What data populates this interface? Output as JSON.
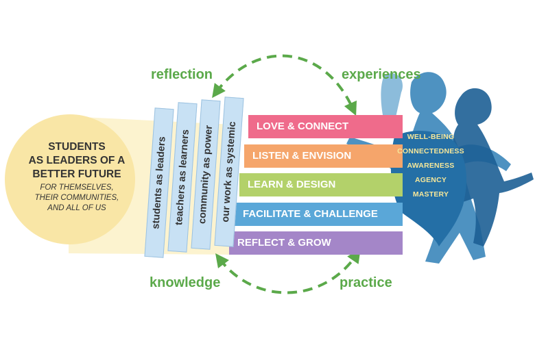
{
  "cycle": {
    "reflection": "reflection",
    "experiences": "experiences",
    "knowledge": "knowledge",
    "practice": "practice"
  },
  "circle": {
    "title_lines": [
      "STUDENTS",
      "AS LEADERS OF A",
      "BETTER FUTURE"
    ],
    "subtitle_lines": [
      "FOR THEMSELVES,",
      "THEIR COMMUNITIES,",
      "AND ALL OF US"
    ]
  },
  "pillars": [
    "students as leaders",
    "teachers as learners",
    "community as power",
    "our work as systemic"
  ],
  "practices": [
    {
      "label": "LOVE & CONNECT",
      "color": "#ef6b8b"
    },
    {
      "label": "LISTEN & ENVISION",
      "color": "#f5a56b"
    },
    {
      "label": "LEARN & DESIGN",
      "color": "#b3d16a"
    },
    {
      "label": "FACILITATE & CHALLENGE",
      "color": "#5aa7d8"
    },
    {
      "label": "REFLECT & GROW",
      "color": "#a486c8"
    }
  ],
  "outcomes": [
    "WELL-BEING",
    "CONNECTEDNESS",
    "AWARENESS",
    "AGENCY",
    "MASTERY"
  ],
  "colors": {
    "green": "#5ba94a",
    "circle_fill": "#f9e6a6",
    "beam": "#fcf3cf",
    "pillar_fill": "#c8e1f4",
    "figure_light": "#2f7fb6",
    "figure_dark": "#1d5f95",
    "outcome_text": "#f6e79a"
  }
}
